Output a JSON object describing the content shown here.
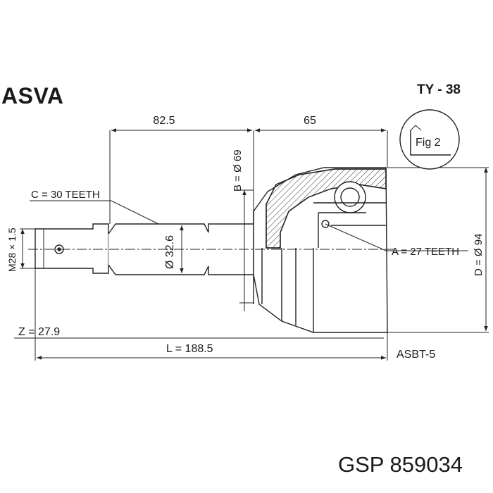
{
  "header": {
    "brand": "ASVA",
    "model_code": "TY - 38"
  },
  "dimensions": {
    "shaft_length": "82.5",
    "housing_length": "65",
    "b_diameter": "B = Ø 69",
    "c_teeth": "C = 30 TEETH",
    "thread": "M28 × 1.5",
    "shaft_diameter": "Ø 32.6",
    "a_teeth": "A = 27 TEETH",
    "d_diameter": "D = Ø 94",
    "z_value": "Z = 27.9",
    "total_length": "L = 188.5"
  },
  "detail_callout": "Fig 2",
  "boot_code": "ASBT-5",
  "footer": {
    "part_number": "GSP 859034"
  }
}
